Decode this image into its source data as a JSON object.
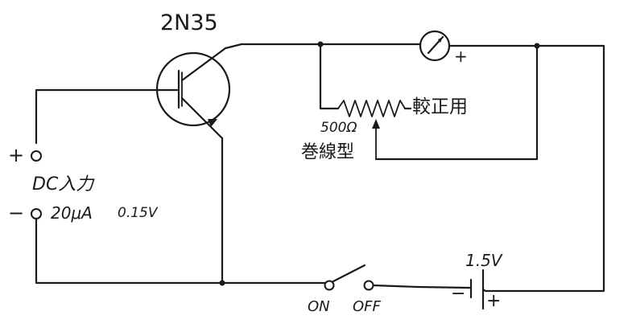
{
  "transistor": {
    "model": "2N35"
  },
  "meter": {
    "plus_mark": "+"
  },
  "calibration_resistor": {
    "label": "較正用",
    "value": "500Ω",
    "type": "巻線型"
  },
  "input": {
    "plus_terminal": "+",
    "minus_terminal": "−",
    "label": "DC入力",
    "spec_current": "20μA",
    "spec_voltage": "0.15V"
  },
  "switch": {
    "on_label": "ON",
    "off_label": "OFF"
  },
  "battery": {
    "voltage": "1.5V",
    "minus_mark": "−",
    "plus_mark": "+"
  }
}
